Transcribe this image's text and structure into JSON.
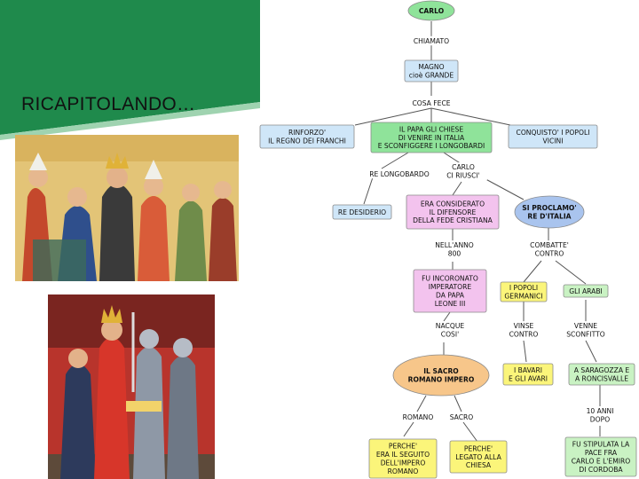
{
  "slide": {
    "title": "RICAPITOLANDO…",
    "colors": {
      "banner": "#1f8a4c",
      "banner_edge": "#9fd3b0"
    }
  },
  "illustrations": [
    {
      "name": "medieval-coronation-miniature"
    },
    {
      "name": "medieval-knights-miniature"
    }
  ],
  "concept_map": {
    "nodes": {
      "carlo": [
        "CARLO"
      ],
      "magno": [
        "MAGNO",
        "cioè GRANDE"
      ],
      "rinforzo": [
        "RINFORZO'",
        "IL REGNO DEI FRANCHI"
      ],
      "papa": [
        "IL PAPA GLI CHIESE",
        "DI VENIRE IN ITALIA",
        "E SCONFIGGERE I LONGOBARDI"
      ],
      "conquisto": [
        "CONQUISTO' I POPOLI",
        "VICINI"
      ],
      "desiderio": [
        "RE DESIDERIO"
      ],
      "difensore": [
        "ERA CONSIDERATO",
        "IL DIFENSORE",
        "DELLA FEDE CRISTIANA"
      ],
      "proclamo": [
        "SI PROCLAMO'",
        "RE D'ITALIA"
      ],
      "incoronato": [
        "FU INCORONATO",
        "IMPERATORE",
        "DA PAPA",
        "LEONE III"
      ],
      "germanici": [
        "I POPOLI",
        "GERMANICI"
      ],
      "arabi": [
        "GLI ARABI"
      ],
      "impero": [
        "IL SACRO",
        "ROMANO IMPERO"
      ],
      "bavari": [
        "I BAVARI",
        "E GLI AVARI"
      ],
      "saragozza": [
        "A SARAGOZZA E",
        "A RONCISVALLE"
      ],
      "romano": [
        "PERCHE'",
        "ERA IL SEGUITO",
        "DELL'IMPERO",
        "ROMANO"
      ],
      "sacro": [
        "PERCHE'",
        "LEGATO ALLA",
        "CHIESA"
      ],
      "stipulata": [
        "FU STIPULATA LA",
        "PACE FRA",
        "CARLO E L'EMIRO",
        "DI CORDOBA"
      ]
    },
    "links": {
      "chiamato": [
        "CHIAMATO"
      ],
      "cosa_fece": [
        "COSA FECE"
      ],
      "re_longobardo": [
        "RE LONGOBARDO"
      ],
      "ci_riusci": [
        "CARLO",
        "CI RIUSCI'"
      ],
      "anno": [
        "NELL'ANNO",
        "800"
      ],
      "combatte": [
        "COMBATTE'",
        "CONTRO"
      ],
      "nacque": [
        "NACQUE",
        "COSI'"
      ],
      "vinse": [
        "VINSE",
        "CONTRO"
      ],
      "venne": [
        "VENNE",
        "SCONFITTO"
      ],
      "dieci_anni": [
        "10 ANNI",
        "DOPO"
      ],
      "romano_lbl": [
        "ROMANO"
      ],
      "sacro_lbl": [
        "SACRO"
      ]
    },
    "colors": {
      "green": "#8fe39a",
      "blue_pale": "#cfe6f8",
      "blue_mid": "#a9c4ee",
      "pink": "#f3c3ee",
      "yellow": "#fbf57a",
      "orange": "#f7c68a",
      "green_pale": "#c9f2c3"
    }
  }
}
